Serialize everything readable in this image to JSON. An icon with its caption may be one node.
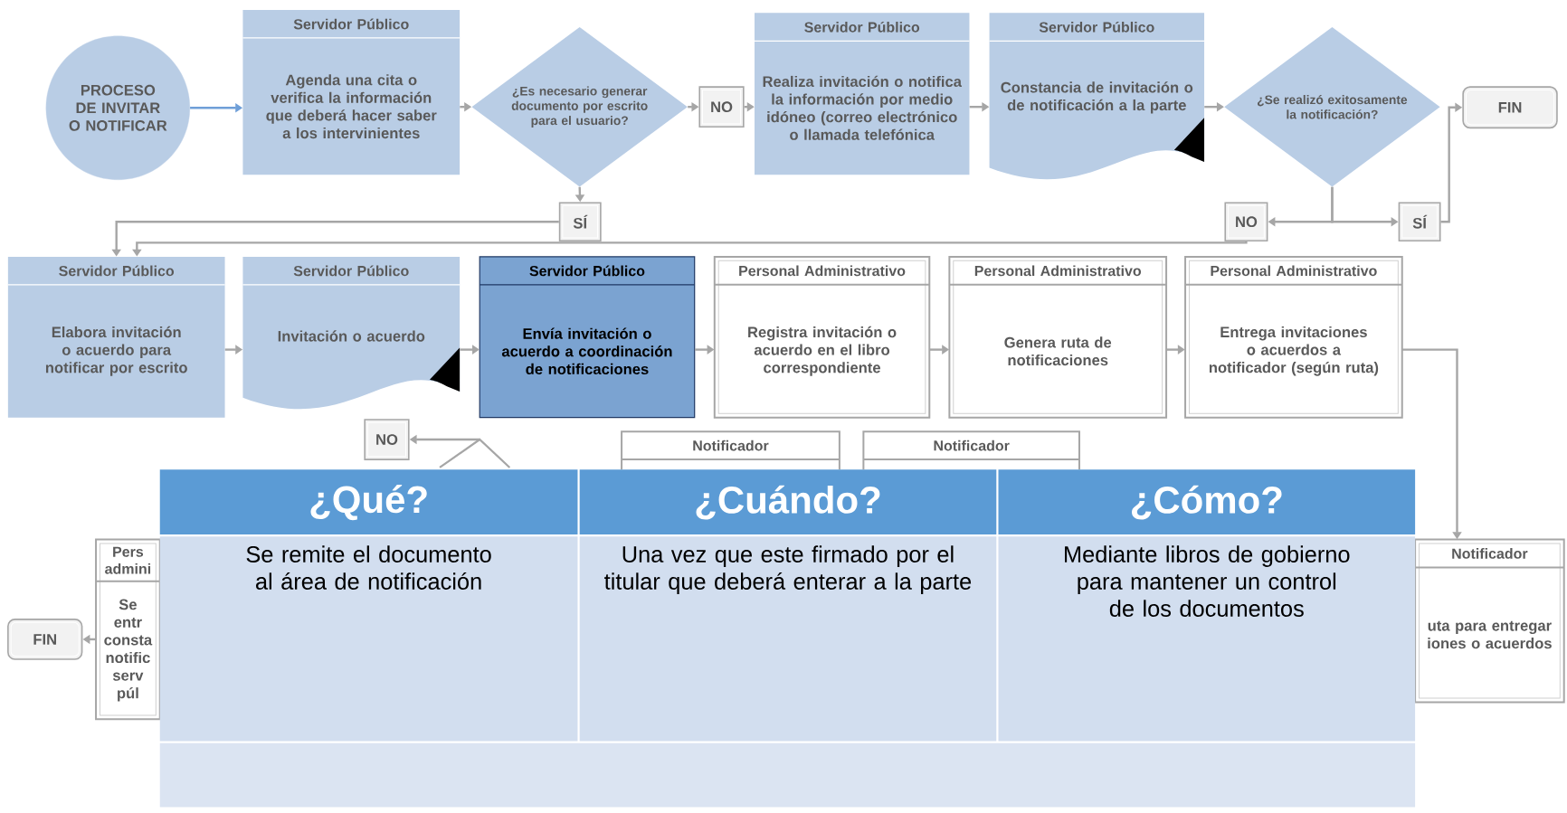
{
  "diagram": {
    "nodes": [
      {
        "text": [
          "PROCESO DE INVITAR O NOTIFICAR"
        ]
      },
      {
        "text": [
          "Servidor Público",
          "Agenda una cita o verifica la información que deberá hacer saber a los intervinientes"
        ]
      },
      {
        "text": [
          "¿Es necesario generar documento por escrito para el usuario?"
        ]
      },
      {
        "text": [
          "NO"
        ]
      },
      {
        "text": [
          "Servidor Público",
          "Realiza invitación o notifica la información por medio idóneo (correo electrónico o llamada telefónica"
        ]
      },
      {
        "text": [
          "Servidor Público",
          "Constancia de invitación o de notificación a la parte"
        ]
      },
      {
        "text": [
          "¿Se realizó exitosamente la notificación?"
        ]
      },
      {
        "text": [
          "FIN"
        ]
      },
      {
        "text": [
          "SÍ"
        ]
      },
      {
        "text": [
          "NO"
        ]
      },
      {
        "text": [
          "SÍ"
        ]
      },
      {
        "text": [
          "Servidor Público",
          "Elabora invitación o acuerdo para notificar por escrito"
        ]
      },
      {
        "text": [
          "Servidor Público",
          "Invitación o acuerdo"
        ]
      },
      {
        "text": [
          "Servidor Público",
          "Envía invitación o acuerdo a coordinación de notificaciones"
        ]
      },
      {
        "text": [
          "Personal Administrativo",
          "Registra invitación o acuerdo en el libro correspondiente"
        ]
      },
      {
        "text": [
          "Personal Administrativo",
          "Genera ruta de notificaciones"
        ]
      },
      {
        "text": [
          "Personal Administrativo",
          "Entrega invitaciones o acuerdos a notificador (según ruta)"
        ]
      },
      {
        "text": [
          "NO"
        ]
      },
      {
        "text": [
          "Notificador"
        ]
      },
      {
        "text": [
          "Notificador"
        ]
      },
      {
        "text": [
          "Notificador",
          "uta para entregar iones o acuerdos"
        ]
      },
      {
        "text": [
          "Pers admini",
          "Se entr consta notific serv púl"
        ]
      },
      {
        "text": [
          "FIN"
        ]
      }
    ],
    "edges": [
      {
        "from": 0,
        "to": 1,
        "arrow": "to",
        "color": "#6f9fd8"
      },
      {
        "from": 1,
        "to": 2,
        "arrow": "to"
      },
      {
        "from": 2,
        "to": 3,
        "arrow": "to"
      },
      {
        "from": 3,
        "to": 4,
        "arrow": "to"
      },
      {
        "from": 4,
        "to": 5,
        "arrow": "to"
      },
      {
        "from": 5,
        "to": 6,
        "arrow": "to"
      },
      {
        "from": 2,
        "to": 8,
        "arrow": "to"
      },
      {
        "from": 8,
        "to": 11,
        "arrow": "to"
      },
      {
        "from": 6,
        "to": 9,
        "arrow": "to"
      },
      {
        "from": 6,
        "to": 10,
        "arrow": "to"
      },
      {
        "from": 10,
        "to": 7,
        "arrow": "to"
      },
      {
        "from": 9,
        "to": 11,
        "arrow": "to"
      },
      {
        "from": 11,
        "to": 12,
        "arrow": "to"
      },
      {
        "from": 12,
        "to": 13,
        "arrow": "to"
      },
      {
        "from": 13,
        "to": 14,
        "arrow": "to"
      },
      {
        "from": 14,
        "to": 15,
        "arrow": "to"
      },
      {
        "from": 15,
        "to": 16,
        "arrow": "to"
      },
      {
        "from": 16,
        "to": 20,
        "arrow": "to"
      },
      {
        "from": null,
        "to": 17,
        "arrow": "to"
      },
      {
        "from": 21,
        "to": 22,
        "arrow": "to"
      }
    ],
    "labels": [
      "¿Qué?",
      "¿Cuándo?",
      "¿Cómo?",
      "Se remite el documento al área de notificación",
      "Una vez que este firmado por el titular que deberá enterar a la parte",
      "Mediante libros de gobierno para mantener un control de los documentos"
    ]
  }
}
